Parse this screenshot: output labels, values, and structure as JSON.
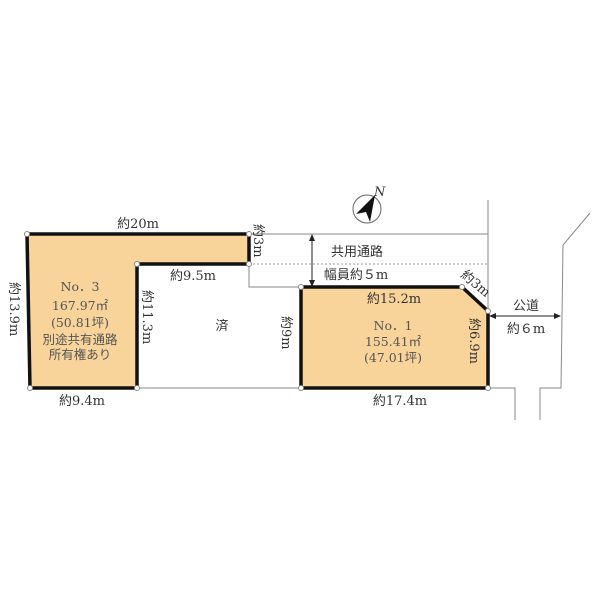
{
  "lot3": {
    "no": "No．3",
    "area": "167.97㎡",
    "tsubo": "(50.81坪)",
    "note1": "別途共有通路",
    "note2": "所有権あり",
    "dim_top": "約20m",
    "dim_left": "約13.9m",
    "dim_bottom": "約9.4m",
    "dim_inner_right": "約11.3m",
    "dim_step": "約3m",
    "dim_inner_top": "約9.5m"
  },
  "lot1": {
    "no": "No．1",
    "area": "155.41㎡",
    "tsubo": "(47.01坪)",
    "dim_top": "約15.2m",
    "dim_left": "約9m",
    "dim_bottom": "約17.4m",
    "dim_right": "約6.9m",
    "dim_corner": "約3m"
  },
  "sold_label": "済",
  "shared_road": {
    "label": "共用通路",
    "width": "幅員約５m"
  },
  "public_road": {
    "label": "公道",
    "width": "約６m"
  },
  "compass": {
    "label": "N"
  },
  "colors": {
    "lot_fill": "#f9d49a",
    "boundary": "#111111",
    "line": "#888888"
  }
}
